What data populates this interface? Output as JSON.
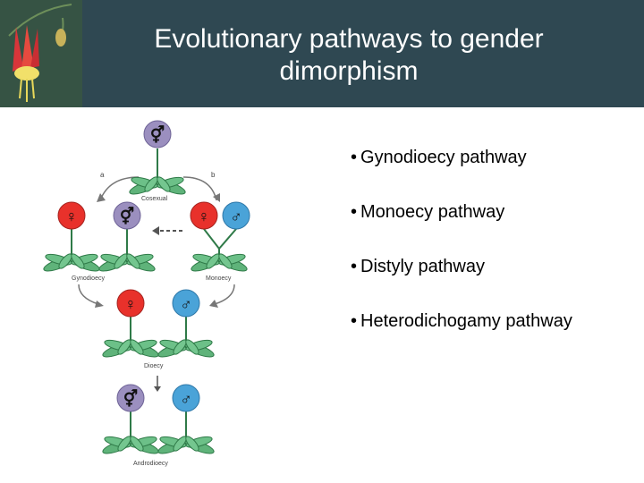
{
  "slide": {
    "title_line1": "Evolutionary pathways to gender",
    "title_line2": "dimorphism",
    "bullet_char": "•"
  },
  "bullets": [
    "Gynodioecy pathway",
    "Monoecy pathway",
    "Distyly pathway",
    "Heterodichogamy pathway"
  ],
  "figure": {
    "label_a": "a",
    "label_b": "b",
    "label_cosexual": "Cosexual",
    "label_gynodioecy": "Gynodioecy",
    "label_monoecy": "Monoecy",
    "label_dioecy": "Dioecy",
    "label_androdioecy": "Androdioecy",
    "symbol_female": "♀",
    "symbol_male": "♂",
    "symbol_hermaphrodite": "⚥"
  },
  "colors": {
    "header_bg": "#2f4852",
    "female": "#e8312b",
    "male": "#4aa3d8",
    "hermaphrodite": "#9b8fbf",
    "leaf": "#5fb37a",
    "leaf_dark": "#2f7a48"
  }
}
